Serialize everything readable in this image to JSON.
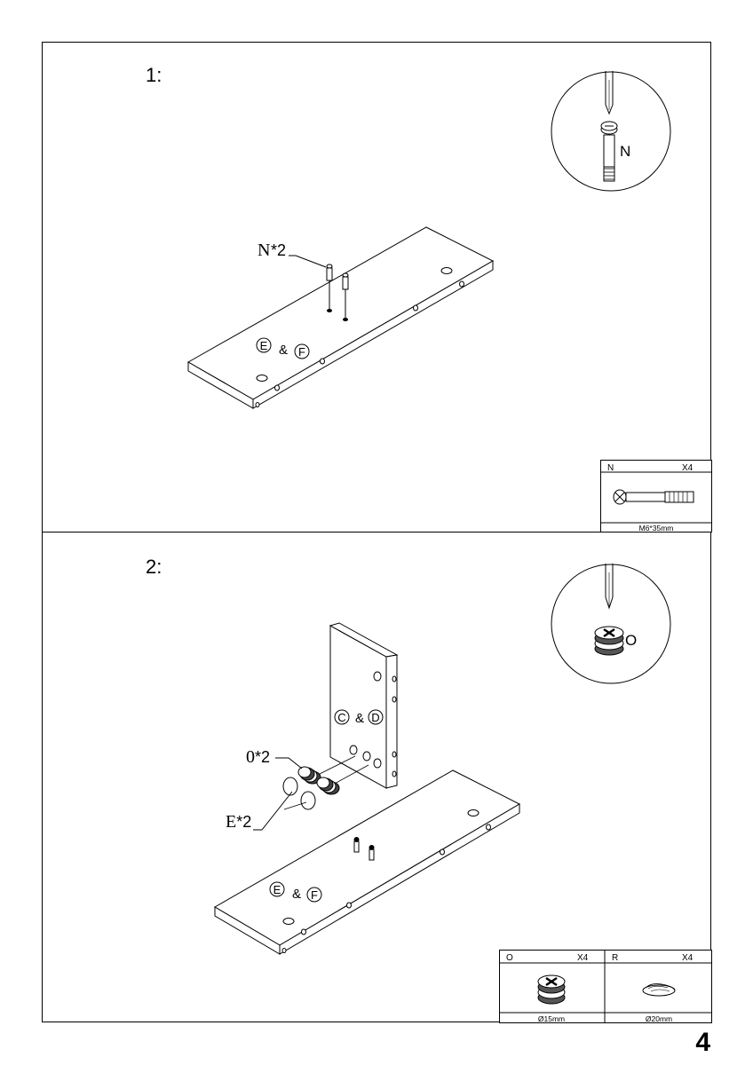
{
  "page_number": "4",
  "step1": {
    "label": "1:",
    "parts": {
      "e": "E",
      "f": "F",
      "amp": "&"
    },
    "callout": {
      "part": "N",
      "qty": "*2"
    },
    "detail_label": "N",
    "hardware_box": {
      "letter": "N",
      "qty": "X4",
      "size": "M6*35mm"
    }
  },
  "step2": {
    "label": "2:",
    "upright_parts": {
      "c": "C",
      "d": "D",
      "amp": "&"
    },
    "base_parts": {
      "e": "E",
      "f": "F",
      "amp": "&"
    },
    "callout_cam": {
      "part": "0",
      "qty": "*2"
    },
    "callout_cap": {
      "part": "E",
      "qty": "*2"
    },
    "detail_label": "O",
    "hardware_boxes": [
      {
        "letter": "O",
        "qty": "X4",
        "size": "Ø15mm"
      },
      {
        "letter": "R",
        "qty": "X4",
        "size": "Ø20mm"
      }
    ]
  }
}
